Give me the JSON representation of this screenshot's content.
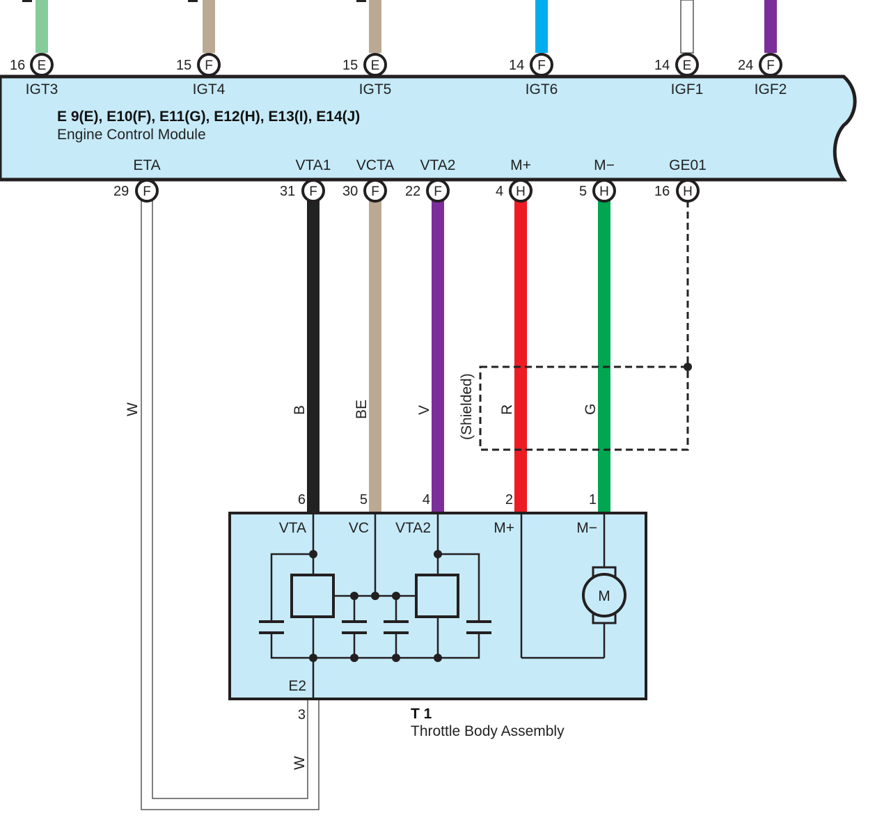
{
  "ecm": {
    "title": "E 9(E), E10(F), E11(G), E12(H), E13(I), E14(J)",
    "subtitle": "Engine Control Module",
    "top_pins": [
      {
        "num": "16",
        "conn": "E",
        "label": "IGT3",
        "color": "#86cc9a"
      },
      {
        "num": "15",
        "conn": "F",
        "label": "IGT4",
        "color": "#bba994"
      },
      {
        "num": "15",
        "conn": "E",
        "label": "IGT5",
        "color": "#bba994"
      },
      {
        "num": "14",
        "conn": "F",
        "label": "IGT6",
        "color": "#00aeef"
      },
      {
        "num": "14",
        "conn": "E",
        "label": "IGF1",
        "color": "#ffffff"
      },
      {
        "num": "24",
        "conn": "F",
        "label": "IGF2",
        "color": "#7b2e99"
      }
    ],
    "bottom_pins": [
      {
        "num": "29",
        "conn": "F",
        "label": "ETA"
      },
      {
        "num": "31",
        "conn": "F",
        "label": "VTA1"
      },
      {
        "num": "30",
        "conn": "F",
        "label": "VCTA"
      },
      {
        "num": "22",
        "conn": "F",
        "label": "VTA2"
      },
      {
        "num": "4",
        "conn": "H",
        "label": "M+"
      },
      {
        "num": "5",
        "conn": "H",
        "label": "M−"
      },
      {
        "num": "16",
        "conn": "H",
        "label": "GE01"
      }
    ]
  },
  "wires": [
    {
      "code": "W",
      "color": "#ffffff"
    },
    {
      "code": "B",
      "color": "#222222"
    },
    {
      "code": "BE",
      "color": "#bba994"
    },
    {
      "code": "V",
      "color": "#7b2e99"
    },
    {
      "code": "R",
      "color": "#ed1c24"
    },
    {
      "code": "G",
      "color": "#00a651"
    },
    {
      "code": "W",
      "color": "#ffffff"
    }
  ],
  "shield_label": "(Shielded)",
  "throttle": {
    "id": "T 1",
    "name": "Throttle Body Assembly",
    "pins": [
      {
        "num": "6",
        "label": "VTA"
      },
      {
        "num": "5",
        "label": "VC"
      },
      {
        "num": "4",
        "label": "VTA2"
      },
      {
        "num": "2",
        "label": "M+"
      },
      {
        "num": "1",
        "label": "M−"
      },
      {
        "num": "3",
        "label": "E2"
      }
    ],
    "motor_label": "M"
  },
  "colors": {
    "module_fill": "#c6eaf8",
    "outline": "#231f20"
  }
}
